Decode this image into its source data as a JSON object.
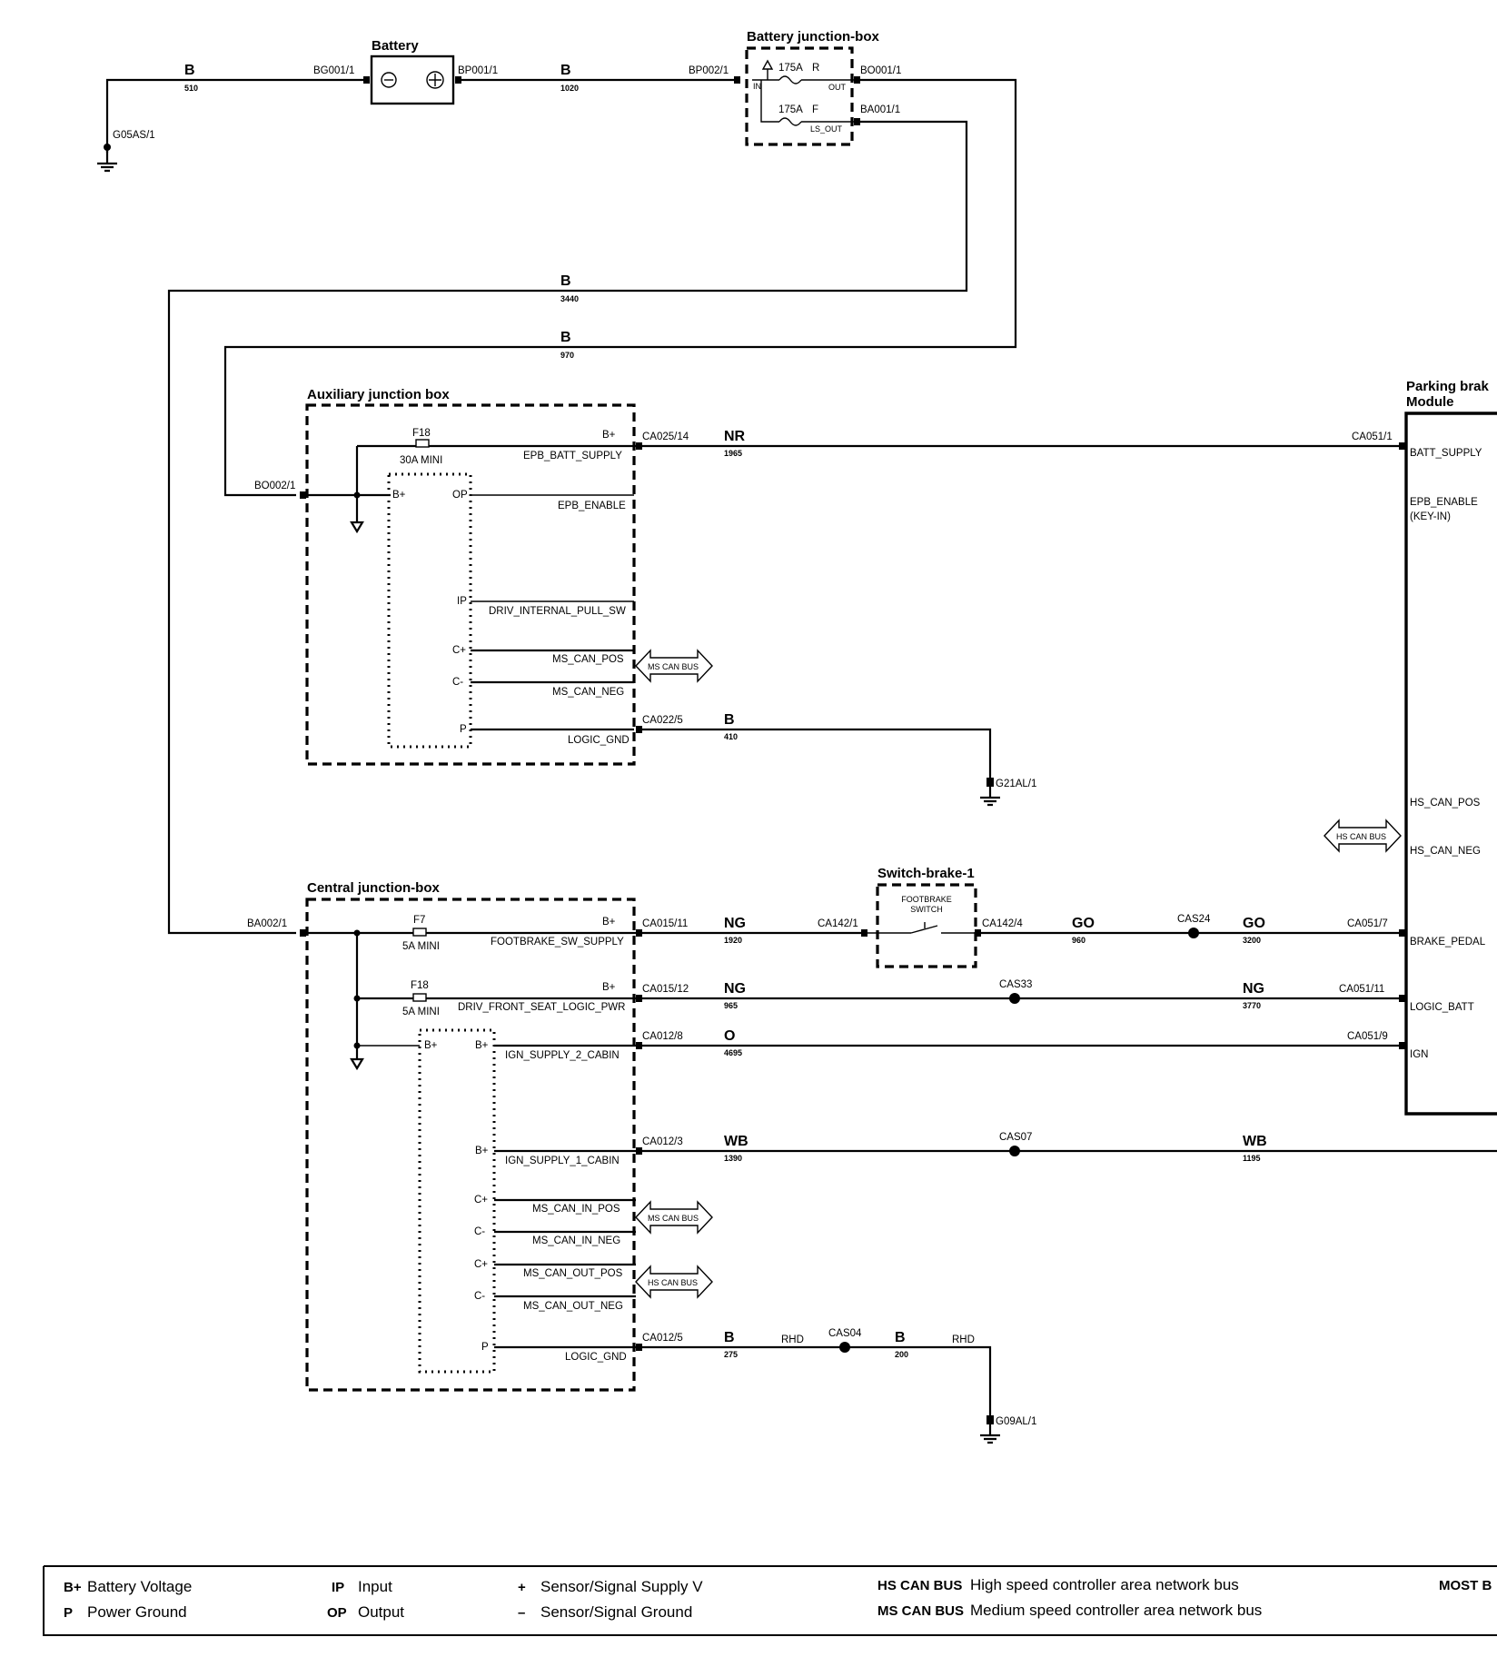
{
  "boxes": {
    "battery": "Battery",
    "battery_jb": "Battery junction-box",
    "aux_jb": "Auxiliary junction box",
    "central_jb": "Central junction-box",
    "switch": "Switch-brake-1",
    "switch_inner_1": "FOOTBRAKE",
    "switch_inner_2": "SWITCH",
    "pbm_1": "Parking brak",
    "pbm_2": "Module"
  },
  "connectors": {
    "g05as": "G05AS/1",
    "bg001": "BG001/1",
    "bp001": "BP001/1",
    "bp002": "BP002/1",
    "bo001": "BO001/1",
    "ba001": "BA001/1",
    "bo002": "BO002/1",
    "ba002": "BA002/1",
    "ca025_14": "CA025/14",
    "ca022_5": "CA022/5",
    "g21al": "G21AL/1",
    "ca051_1": "CA051/1",
    "ca015_11": "CA015/11",
    "ca142_1": "CA142/1",
    "ca142_4": "CA142/4",
    "cas24": "CAS24",
    "ca051_7": "CA051/7",
    "ca015_12": "CA015/12",
    "cas33": "CAS33",
    "ca051_11": "CA051/11",
    "ca012_8": "CA012/8",
    "ca051_9": "CA051/9",
    "ca012_3": "CA012/3",
    "cas07": "CAS07",
    "ca012_5": "CA012/5",
    "cas04": "CAS04",
    "g09al": "G09AL/1"
  },
  "wires": {
    "w510": {
      "color": "B",
      "num": "510"
    },
    "w1020": {
      "color": "B",
      "num": "1020"
    },
    "w3440": {
      "color": "B",
      "num": "3440"
    },
    "w970": {
      "color": "B",
      "num": "970"
    },
    "w1965": {
      "color": "NR",
      "num": "1965"
    },
    "w410": {
      "color": "B",
      "num": "410"
    },
    "w1920": {
      "color": "NG",
      "num": "1920"
    },
    "w960": {
      "color": "GO",
      "num": "960"
    },
    "w3200": {
      "color": "GO",
      "num": "3200"
    },
    "w965": {
      "color": "NG",
      "num": "965"
    },
    "w3770": {
      "color": "NG",
      "num": "3770"
    },
    "w4695": {
      "color": "O",
      "num": "4695"
    },
    "w1390": {
      "color": "WB",
      "num": "1390"
    },
    "w1195": {
      "color": "WB",
      "num": "1195"
    },
    "w275": {
      "color": "B",
      "num": "275"
    },
    "w200": {
      "color": "B",
      "num": "200"
    },
    "rhd": "RHD"
  },
  "fuses": {
    "bjb_r_rating": "175A",
    "bjb_r_id": "R",
    "bjb_f_rating": "175A",
    "bjb_f_id": "F",
    "bjb_in": "IN",
    "bjb_out": "OUT",
    "bjb_ls_out": "LS_OUT",
    "aux_f18": "F18",
    "aux_f18_rating": "30A MINI",
    "cjb_f7": "F7",
    "cjb_f7_rating": "5A MINI",
    "cjb_f18": "F18",
    "cjb_f18_rating": "5A MINI"
  },
  "pins": {
    "bplus": "B+",
    "op": "OP",
    "ip": "IP",
    "cplus": "C+",
    "cminus": "C-",
    "p": "P",
    "epb_batt_supply": "EPB_BATT_SUPPLY",
    "epb_enable": "EPB_ENABLE",
    "driv_internal_pull_sw": "DRIV_INTERNAL_PULL_SW",
    "ms_can_pos": "MS_CAN_POS",
    "ms_can_neg": "MS_CAN_NEG",
    "logic_gnd": "LOGIC_GND",
    "footbrake_sw_supply": "FOOTBRAKE_SW_SUPPLY",
    "driv_front_seat_logic_pwr": "DRIV_FRONT_SEAT_LOGIC_PWR",
    "ign_supply_2_cabin": "IGN_SUPPLY_2_CABIN",
    "ign_supply_1_cabin": "IGN_SUPPLY_1_CABIN",
    "ms_can_in_pos": "MS_CAN_IN_POS",
    "ms_can_in_neg": "MS_CAN_IN_NEG",
    "ms_can_out_pos": "MS_CAN_OUT_POS",
    "ms_can_out_neg": "MS_CAN_OUT_NEG",
    "batt_supply": "BATT_SUPPLY",
    "epb_enable_keyin_1": "EPB_ENABLE",
    "epb_enable_keyin_2": "(KEY-IN)",
    "hs_can_pos": "HS_CAN_POS",
    "hs_can_neg": "HS_CAN_NEG",
    "brake_pedal": "BRAKE_PEDAL",
    "logic_batt": "LOGIC_BATT",
    "ign": "IGN"
  },
  "buses": {
    "ms": "MS CAN BUS",
    "hs": "HS CAN BUS"
  },
  "legend": {
    "bplus_sym": "B+",
    "bplus_text": "Battery Voltage",
    "p_sym": "P",
    "p_text": "Power Ground",
    "ip_sym": "IP",
    "ip_text": "Input",
    "op_sym": "OP",
    "op_text": "Output",
    "plus_sym": "+",
    "plus_text": "Sensor/Signal Supply V",
    "minus_sym": "–",
    "minus_text": "Sensor/Signal Ground",
    "hs_sym": "HS CAN BUS",
    "hs_text": "High speed controller area network bus",
    "ms_sym": "MS CAN BUS",
    "ms_text": "Medium speed controller area network bus",
    "most_sym": "MOST B"
  }
}
